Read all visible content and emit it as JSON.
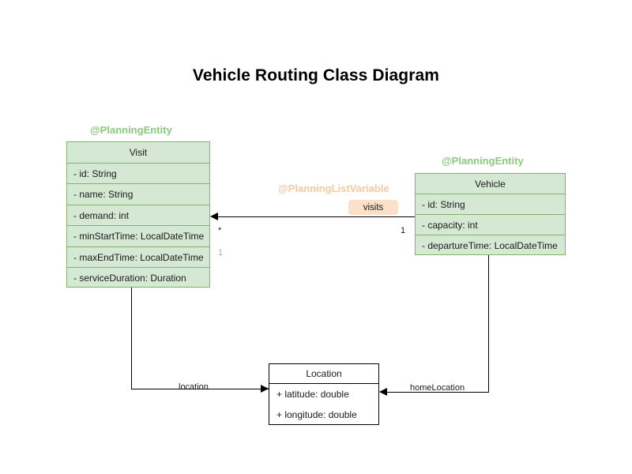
{
  "diagram": {
    "title": "Vehicle Routing Class Diagram",
    "type": "uml-class-diagram",
    "background": "#ffffff",
    "colors": {
      "entity_fill": "#d5e8d4",
      "entity_border": "#82b366",
      "plain_fill": "#ffffff",
      "plain_border": "#000000",
      "stereotype_entity": "#8cc97f",
      "stereotype_list_variable": "#f5c9a0",
      "chip_fill": "#fce0c8",
      "multiplicity_accent": "#b9a5d0",
      "text": "#1a1a1a"
    }
  },
  "stereotypes": {
    "visit": "@PlanningEntity",
    "vehicle": "@PlanningEntity",
    "visits_relation": "@PlanningListVariable"
  },
  "classes": {
    "visit": {
      "name": "Visit",
      "attributes": [
        "- id: String",
        "- name: String",
        "- demand: int",
        "- minStartTime: LocalDateTime",
        "- maxEndTime: LocalDateTime",
        "- serviceDuration: Duration"
      ]
    },
    "vehicle": {
      "name": "Vehicle",
      "attributes": [
        "- id: String",
        "- capacity: int",
        "- departureTime: LocalDateTime"
      ]
    },
    "location": {
      "name": "Location",
      "attributes": [
        "+ latitude: double",
        "+ longitude: double"
      ]
    }
  },
  "relations": {
    "visits": {
      "label": "visits",
      "source_multiplicity": "1",
      "target_multiplicity": "*"
    },
    "vehicle_of_visit": {
      "multiplicity": "1"
    },
    "visit_location": {
      "label": "location"
    },
    "vehicle_home_location": {
      "label": "homeLocation"
    }
  }
}
